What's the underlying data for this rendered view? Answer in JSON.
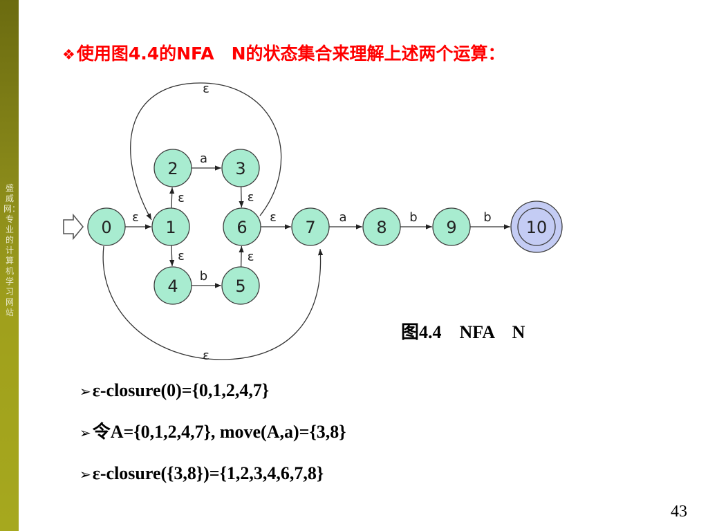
{
  "sidebar": {
    "text": "盛威网：专业的计算机学习网站"
  },
  "title": {
    "bullet": "❖",
    "text": "使用图4.4的NFA　N的状态集合来理解上述两个运算："
  },
  "diagram": {
    "accent_color": "#a8ecd0",
    "final_color": "#c4ccf4",
    "start_marker": "start-arrow-icon",
    "nodes": [
      {
        "id": "0",
        "label": "0",
        "final": false
      },
      {
        "id": "1",
        "label": "1",
        "final": false
      },
      {
        "id": "2",
        "label": "2",
        "final": false
      },
      {
        "id": "3",
        "label": "3",
        "final": false
      },
      {
        "id": "4",
        "label": "4",
        "final": false
      },
      {
        "id": "5",
        "label": "5",
        "final": false
      },
      {
        "id": "6",
        "label": "6",
        "final": false
      },
      {
        "id": "7",
        "label": "7",
        "final": false
      },
      {
        "id": "8",
        "label": "8",
        "final": false
      },
      {
        "id": "9",
        "label": "9",
        "final": false
      },
      {
        "id": "10",
        "label": "10",
        "final": true
      }
    ],
    "edges": [
      {
        "from": "0",
        "to": "1",
        "label": "ε"
      },
      {
        "from": "1",
        "to": "2",
        "label": "ε"
      },
      {
        "from": "1",
        "to": "4",
        "label": "ε"
      },
      {
        "from": "2",
        "to": "3",
        "label": "a"
      },
      {
        "from": "4",
        "to": "5",
        "label": "b"
      },
      {
        "from": "3",
        "to": "6",
        "label": "ε"
      },
      {
        "from": "5",
        "to": "6",
        "label": "ε"
      },
      {
        "from": "6",
        "to": "7",
        "label": "ε"
      },
      {
        "from": "6",
        "to": "1",
        "label": "ε"
      },
      {
        "from": "0",
        "to": "7",
        "label": "ε"
      },
      {
        "from": "7",
        "to": "8",
        "label": "a"
      },
      {
        "from": "8",
        "to": "9",
        "label": "b"
      },
      {
        "from": "9",
        "to": "10",
        "label": "b"
      }
    ]
  },
  "caption": "图4.4　NFA　N",
  "bullets": [
    {
      "arrow": "➢",
      "text": "ε-closure(0)={0,1,2,4,7}"
    },
    {
      "arrow": "➢",
      "text": "令A={0,1,2,4,7}, move(A,a)={3,8}"
    },
    {
      "arrow": "➢",
      "text": "ε-closure({3,8})={1,2,3,4,6,7,8}"
    }
  ],
  "page_number": "43"
}
